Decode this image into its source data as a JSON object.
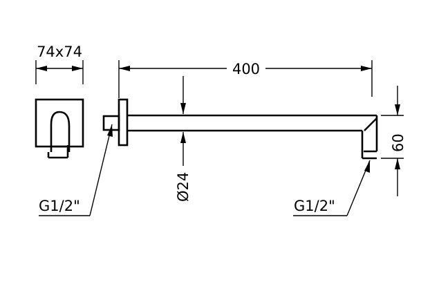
{
  "dimensions": {
    "flange_size": "74x74",
    "arm_length": "400",
    "drop_height": "60",
    "arm_diameter": "Ø24",
    "left_thread": "G1/2\"",
    "right_thread": "G1/2\""
  }
}
